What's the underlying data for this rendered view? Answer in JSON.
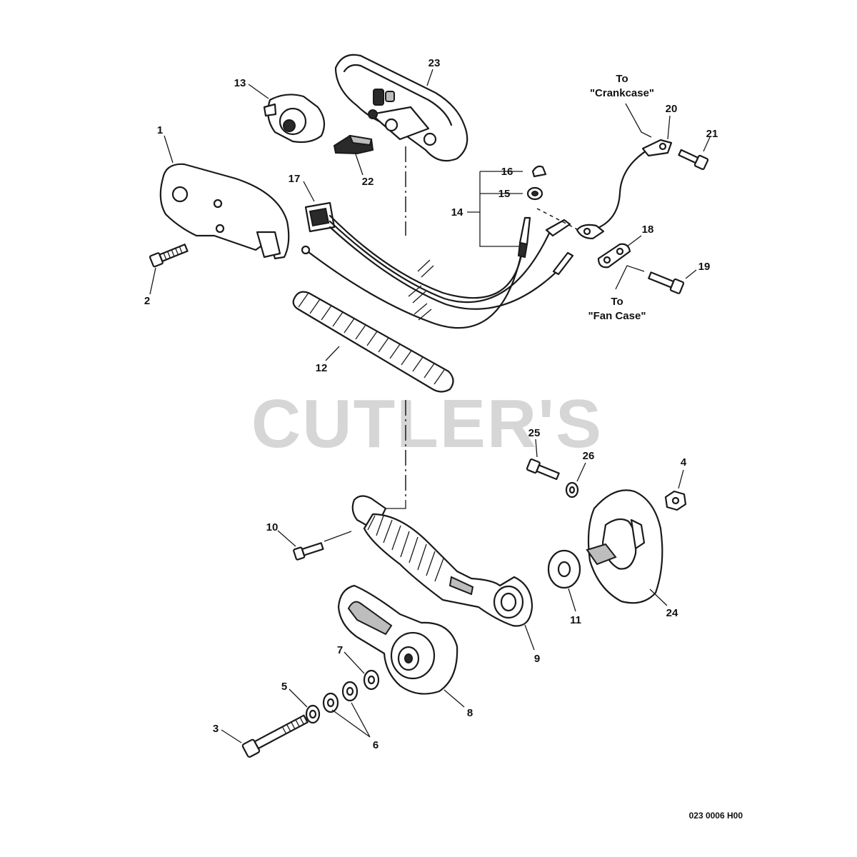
{
  "watermark": "CUTLER'S",
  "drawing_number": "023 0006 H00",
  "notes": {
    "to_crankcase": [
      "To",
      "\"Crankcase\""
    ],
    "to_fan_case": [
      "To",
      "\"Fan Case\""
    ]
  },
  "callouts": {
    "c1": "1",
    "c2": "2",
    "c3": "3",
    "c4": "4",
    "c5": "5",
    "c6": "6",
    "c7": "7",
    "c8": "8",
    "c9": "9",
    "c10": "10",
    "c11": "11",
    "c12": "12",
    "c13": "13",
    "c14": "14",
    "c15": "15",
    "c16": "16",
    "c17": "17",
    "c18": "18",
    "c19": "19",
    "c20": "20",
    "c21": "21",
    "c22": "22",
    "c23": "23",
    "c24": "24",
    "c25": "25",
    "c26": "26"
  }
}
